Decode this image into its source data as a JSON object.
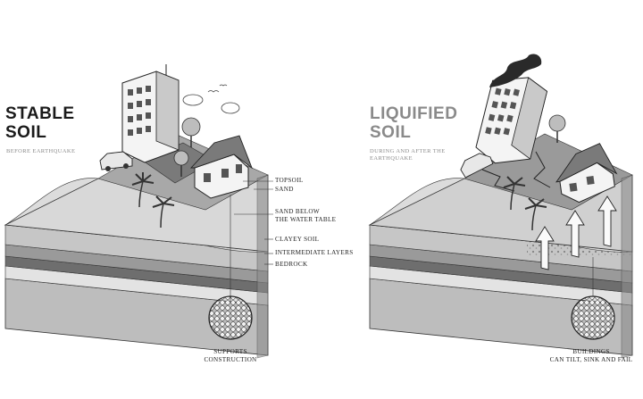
{
  "stable": {
    "title_line1": "STABLE",
    "title_line2": "SOIL",
    "subtitle": "BEFORE EARTHQUAKE",
    "caption_line1": "SUPPORTS",
    "caption_line2": "CONSTRUCTION"
  },
  "liquified": {
    "title_line1": "LIQUIFIED",
    "title_line2": "SOIL",
    "subtitle": "DURING AND AFTER THE EARTHQUAKE",
    "caption_line1": "BUILDINGS",
    "caption_line2": "CAN TILT, SINK AND FAIL"
  },
  "layers": {
    "topsoil": "TOPSOIL",
    "sand": "SAND",
    "sand_water_line1": "SAND BELOW",
    "sand_water_line2": "THE WATER TABLE",
    "clayey": "CLAYEY SOIL",
    "intermediate": "INTERMEDIATE LAYERS",
    "bedrock": "BEDROCK"
  },
  "colors": {
    "ink": "#1a1a1a",
    "muted_title": "#8a8a8a",
    "dark_layer": "#5a5a5a",
    "mid_layer": "#8f8f8f",
    "light_layer": "#cfcfcf"
  },
  "icons": [
    "building-icon",
    "house-icon",
    "car-icon",
    "palm-tree-icon",
    "tree-icon",
    "cloud-icon",
    "bird-icon",
    "smoke-icon",
    "arrow-up-icon",
    "soil-grain-circle-icon"
  ]
}
